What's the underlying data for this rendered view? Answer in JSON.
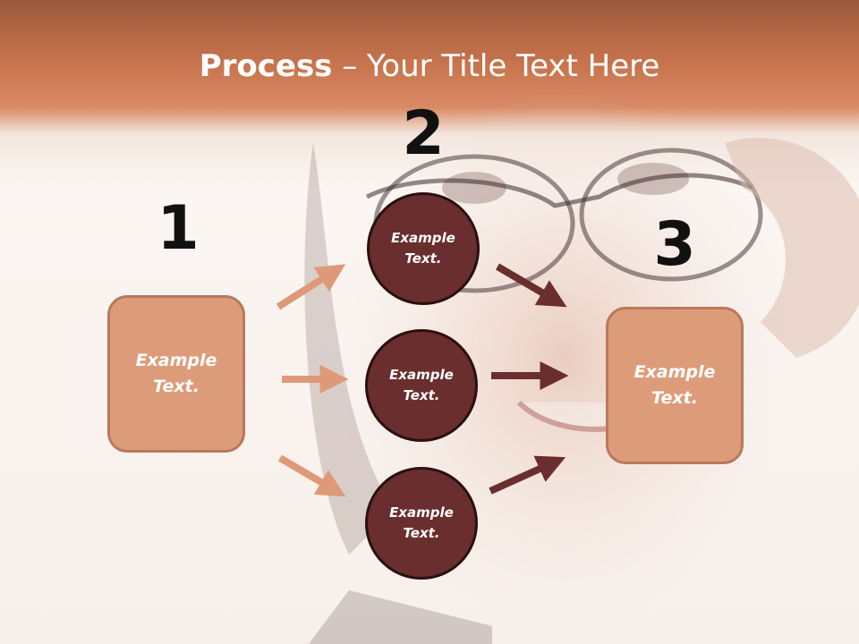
{
  "title": {
    "bold": "Process",
    "rest": " – Your Title Text Here"
  },
  "steps": {
    "one": "1",
    "two": "2",
    "three": "3"
  },
  "boxes": {
    "left": {
      "line1": "Example",
      "line2": "Text."
    },
    "right": {
      "line1": "Example",
      "line2": "Text."
    }
  },
  "circles": {
    "top": {
      "line1": "Example",
      "line2": "Text."
    },
    "middle": {
      "line1": "Example",
      "line2": "Text."
    },
    "bottom": {
      "line1": "Example",
      "line2": "Text."
    }
  },
  "colors": {
    "light_arrow": "#de9a78",
    "dark_arrow": "#6a2e2e"
  }
}
